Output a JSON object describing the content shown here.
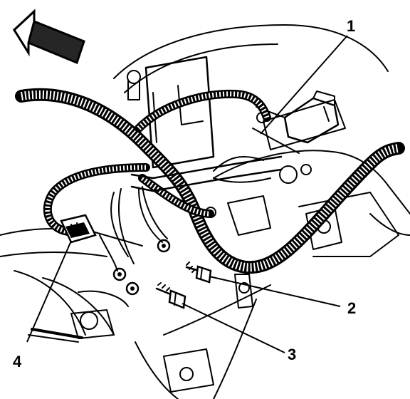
{
  "figure": {
    "callouts": [
      {
        "id": "1",
        "label": "1"
      },
      {
        "id": "2",
        "label": "2"
      },
      {
        "id": "3",
        "label": "3"
      },
      {
        "id": "4",
        "label": "4"
      }
    ],
    "orientation_arrow": "left-arrow-icon",
    "colors": {
      "ink": "#000000",
      "paper": "#ffffff"
    }
  }
}
